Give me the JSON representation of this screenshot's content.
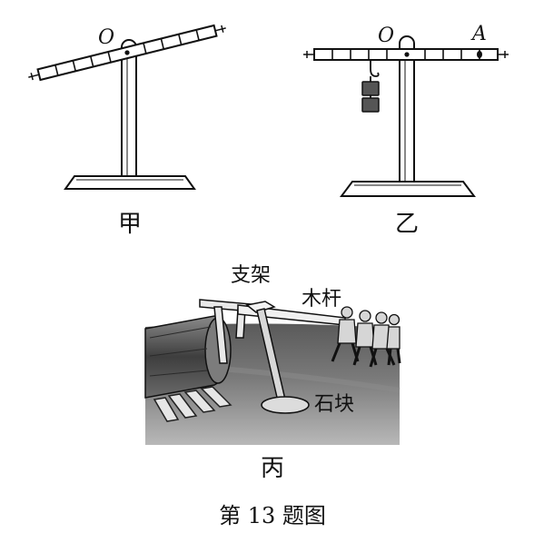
{
  "figure": {
    "caption": "第 13 题图",
    "panels": [
      {
        "id": "jia",
        "name": "甲",
        "pivot_label": "O"
      },
      {
        "id": "yi",
        "name": "乙",
        "pivot_label": "O",
        "point_label": "A"
      },
      {
        "id": "bing",
        "name": "丙",
        "callouts": [
          "支架",
          "木杆",
          "石块"
        ]
      }
    ]
  }
}
